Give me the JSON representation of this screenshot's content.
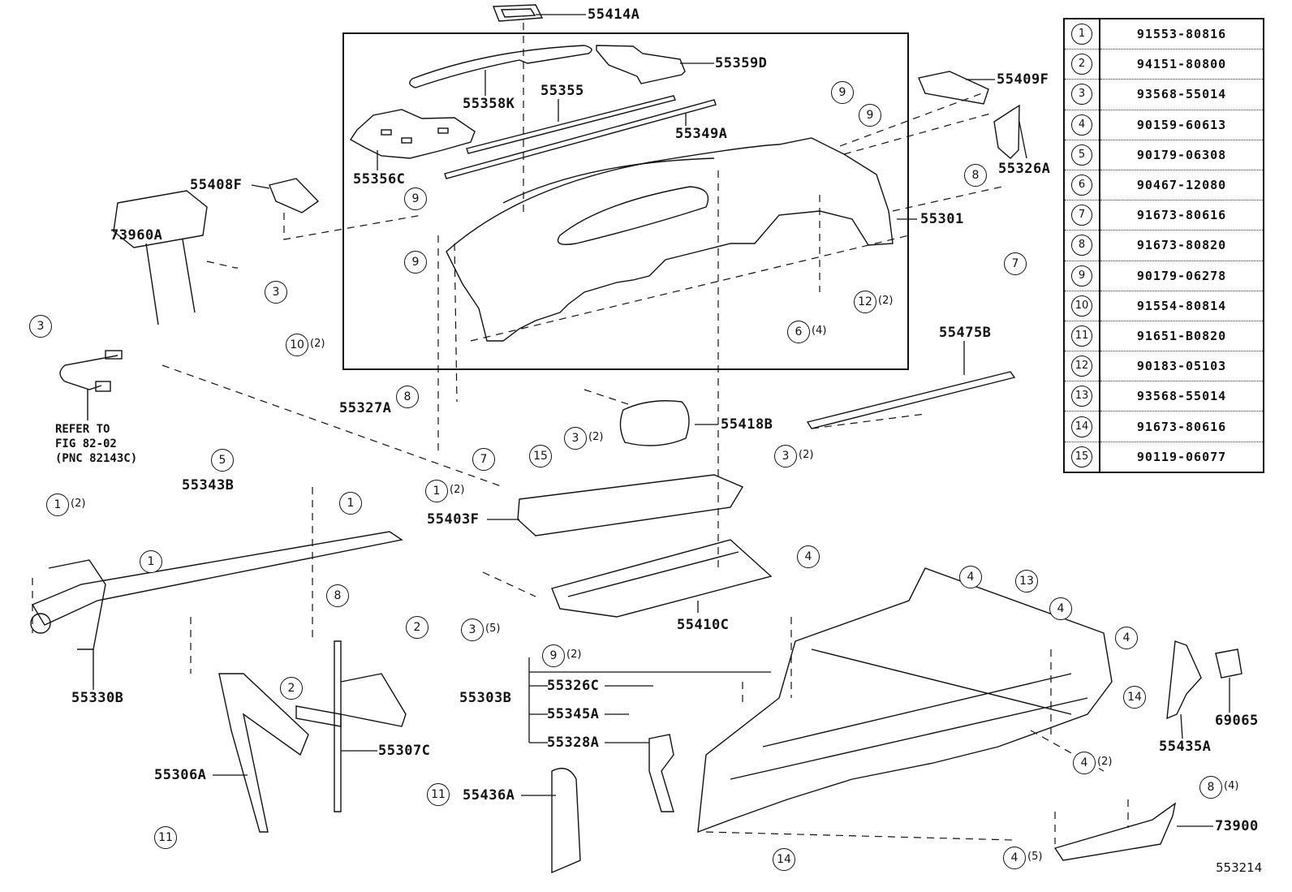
{
  "diagram": {
    "figure_number": "553214",
    "refer_note": [
      "REFER TO",
      "FIG 82-02",
      "(PNC 82143C)"
    ],
    "part_labels": [
      {
        "id": "55414A",
        "text": "55414A"
      },
      {
        "id": "55359D",
        "text": "55359D"
      },
      {
        "id": "55358K",
        "text": "55358K"
      },
      {
        "id": "55355",
        "text": "55355"
      },
      {
        "id": "55349A",
        "text": "55349A"
      },
      {
        "id": "55356C",
        "text": "55356C"
      },
      {
        "id": "55409F",
        "text": "55409F"
      },
      {
        "id": "55326A",
        "text": "55326A"
      },
      {
        "id": "55408F",
        "text": "55408F"
      },
      {
        "id": "55301",
        "text": "55301"
      },
      {
        "id": "73960A",
        "text": "73960A"
      },
      {
        "id": "55475B",
        "text": "55475B"
      },
      {
        "id": "55327A",
        "text": "55327A"
      },
      {
        "id": "55418B",
        "text": "55418B"
      },
      {
        "id": "55343B",
        "text": "55343B"
      },
      {
        "id": "55403F",
        "text": "55403F"
      },
      {
        "id": "55410C",
        "text": "55410C"
      },
      {
        "id": "55330B",
        "text": "55330B"
      },
      {
        "id": "55303B",
        "text": "55303B"
      },
      {
        "id": "55326C",
        "text": "55326C"
      },
      {
        "id": "55345A",
        "text": "55345A"
      },
      {
        "id": "55328A",
        "text": "55328A"
      },
      {
        "id": "55306A",
        "text": "55306A"
      },
      {
        "id": "55307C",
        "text": "55307C"
      },
      {
        "id": "55436A",
        "text": "55436A"
      },
      {
        "id": "69065",
        "text": "69065"
      },
      {
        "id": "55435A",
        "text": "55435A"
      },
      {
        "id": "73900",
        "text": "73900"
      }
    ],
    "callouts": [
      {
        "num": "9",
        "qty": ""
      },
      {
        "num": "9",
        "qty": ""
      },
      {
        "num": "9",
        "qty": ""
      },
      {
        "num": "9",
        "qty": ""
      },
      {
        "num": "8",
        "qty": ""
      },
      {
        "num": "7",
        "qty": ""
      },
      {
        "num": "12",
        "qty": "(2)"
      },
      {
        "num": "6",
        "qty": "(4)"
      },
      {
        "num": "3",
        "qty": ""
      },
      {
        "num": "3",
        "qty": ""
      },
      {
        "num": "10",
        "qty": "(2)"
      },
      {
        "num": "8",
        "qty": ""
      },
      {
        "num": "7",
        "qty": ""
      },
      {
        "num": "15",
        "qty": ""
      },
      {
        "num": "3",
        "qty": "(2)"
      },
      {
        "num": "3",
        "qty": "(2)"
      },
      {
        "num": "5",
        "qty": ""
      },
      {
        "num": "1",
        "qty": ""
      },
      {
        "num": "1",
        "qty": "(2)"
      },
      {
        "num": "1",
        "qty": "(2)"
      },
      {
        "num": "1",
        "qty": ""
      },
      {
        "num": "8",
        "qty": ""
      },
      {
        "num": "2",
        "qty": ""
      },
      {
        "num": "3",
        "qty": "(5)"
      },
      {
        "num": "4",
        "qty": ""
      },
      {
        "num": "4",
        "qty": ""
      },
      {
        "num": "13",
        "qty": ""
      },
      {
        "num": "4",
        "qty": ""
      },
      {
        "num": "4",
        "qty": ""
      },
      {
        "num": "9",
        "qty": "(2)"
      },
      {
        "num": "2",
        "qty": ""
      },
      {
        "num": "14",
        "qty": ""
      },
      {
        "num": "4",
        "qty": "(2)"
      },
      {
        "num": "8",
        "qty": "(4)"
      },
      {
        "num": "11",
        "qty": ""
      },
      {
        "num": "11",
        "qty": ""
      },
      {
        "num": "14",
        "qty": ""
      },
      {
        "num": "4",
        "qty": "(5)"
      }
    ],
    "parts_table": [
      {
        "key": "1",
        "part_number": "91553-80816"
      },
      {
        "key": "2",
        "part_number": "94151-80800"
      },
      {
        "key": "3",
        "part_number": "93568-55014"
      },
      {
        "key": "4",
        "part_number": "90159-60613"
      },
      {
        "key": "5",
        "part_number": "90179-06308"
      },
      {
        "key": "6",
        "part_number": "90467-12080"
      },
      {
        "key": "7",
        "part_number": "91673-80616"
      },
      {
        "key": "8",
        "part_number": "91673-80820"
      },
      {
        "key": "9",
        "part_number": "90179-06278"
      },
      {
        "key": "10",
        "part_number": "91554-80814"
      },
      {
        "key": "11",
        "part_number": "91651-B0820"
      },
      {
        "key": "12",
        "part_number": "90183-05103"
      },
      {
        "key": "13",
        "part_number": "93568-55014"
      },
      {
        "key": "14",
        "part_number": "91673-80616"
      },
      {
        "key": "15",
        "part_number": "90119-06077"
      }
    ]
  }
}
